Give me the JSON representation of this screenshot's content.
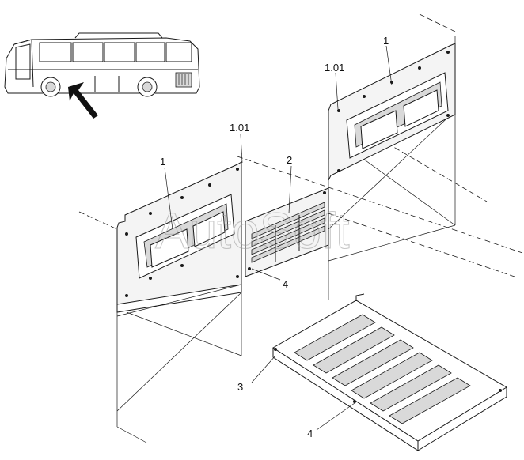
{
  "callouts": {
    "left_panel": "1",
    "right_panel": "1",
    "left_frame": "1.01",
    "right_frame": "1.01",
    "grille": "2",
    "tray": "3",
    "grille_fastener": "4",
    "tray_fastener": "4"
  },
  "watermark": "AutoSoft",
  "colors": {
    "line": "#1a1a1a",
    "panel_fill": "#f4f4f4",
    "watermark": "#9a9a9a"
  }
}
